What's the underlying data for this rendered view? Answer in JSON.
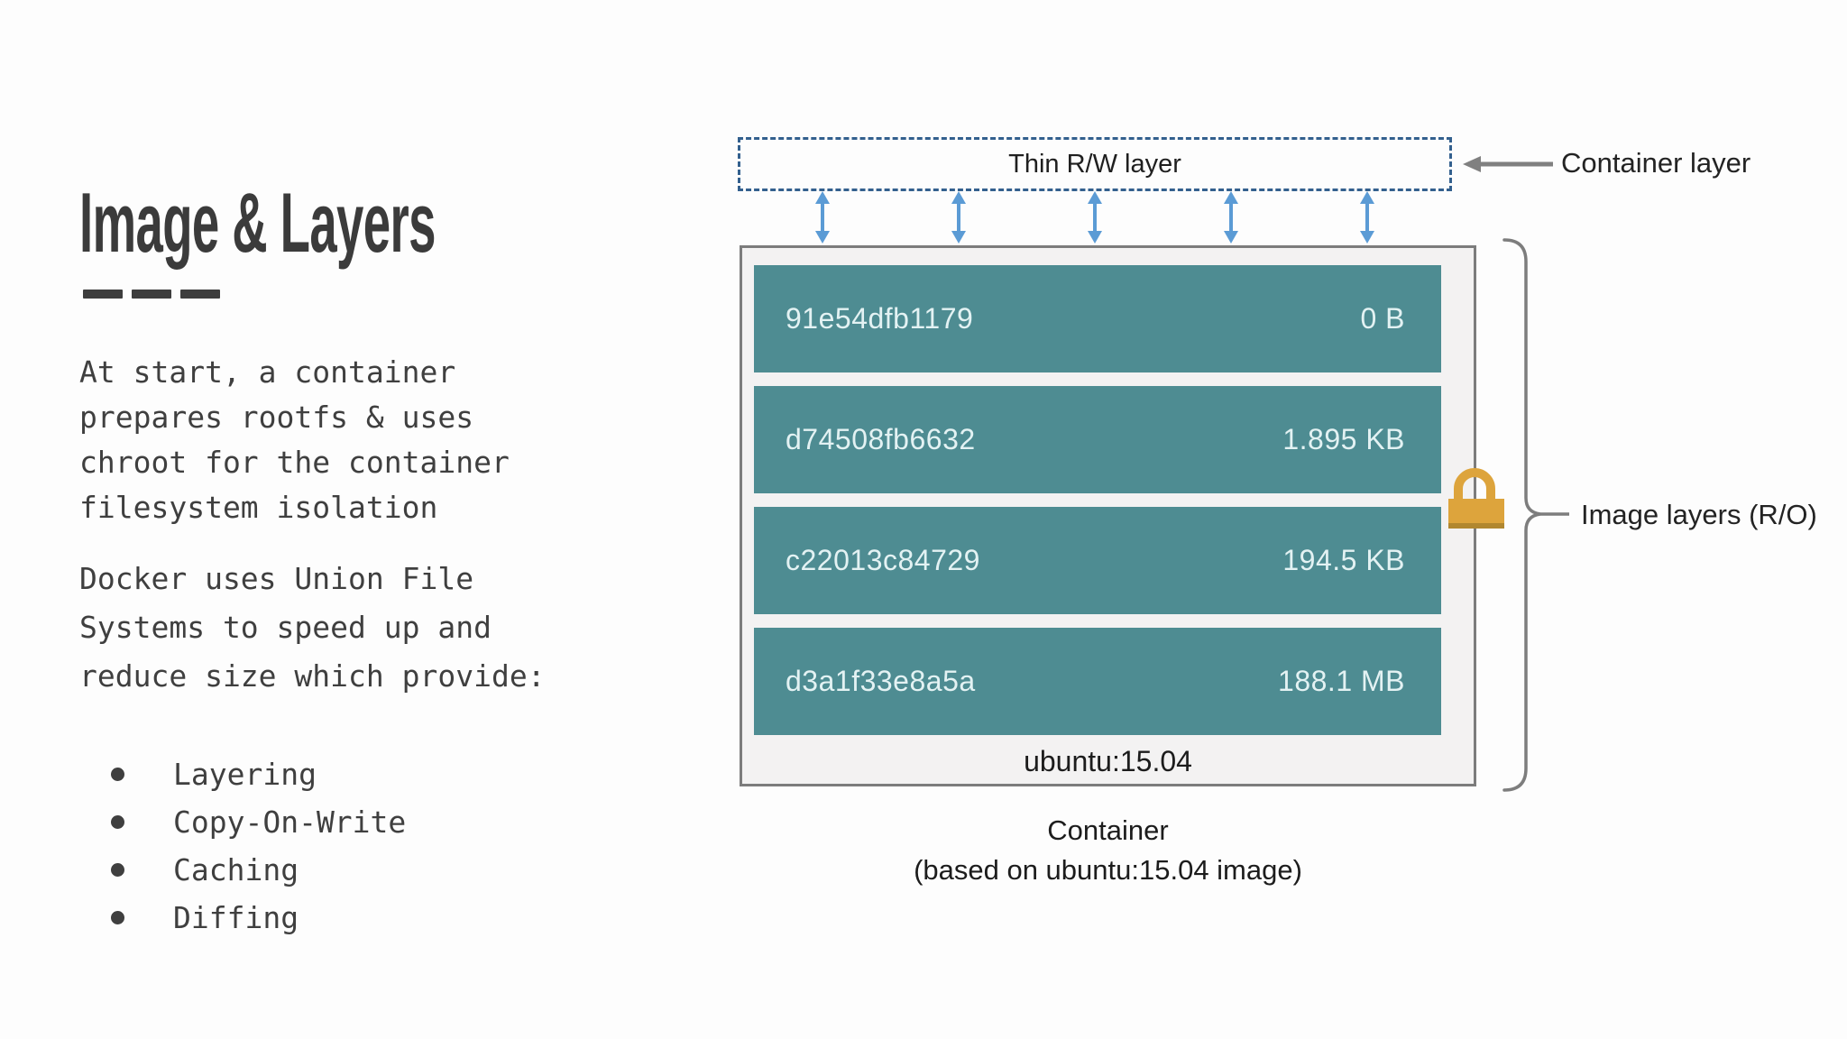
{
  "slide": {
    "title": "Image & Layers",
    "paragraph1_lines": [
      "At start, a container",
      "prepares rootfs & uses",
      "chroot for the container",
      "filesystem isolation"
    ],
    "paragraph2_lines": [
      "Docker uses Union File",
      "Systems to speed up and",
      "reduce size which provide:"
    ],
    "bullets": [
      "Layering",
      "Copy-On-Write",
      "Caching",
      "Diffing"
    ]
  },
  "diagram": {
    "thin_layer_label": "Thin R/W layer",
    "container_layer_label": "Container layer",
    "image_layers_label": "Image layers (R/O)",
    "layers": [
      {
        "id": "91e54dfb1179",
        "size": "0 B"
      },
      {
        "id": "d74508fb6632",
        "size": "1.895 KB"
      },
      {
        "id": "c22013c84729",
        "size": "194.5 KB"
      },
      {
        "id": "d3a1f33e8a5a",
        "size": "188.1 MB"
      }
    ],
    "base_image_label": "ubuntu:15.04",
    "caption_line1": "Container",
    "caption_line2": "(based on ubuntu:15.04 image)",
    "colors": {
      "layer_teal": "#4e8c92",
      "layer_text": "#e3f2f3",
      "container_fill": "#f3f2f2",
      "container_border": "#7c7c7c",
      "dashed_border_blue": "#33608e",
      "arrow_blue": "#5b9bd5",
      "connector_gray": "#808080",
      "lock_gold": "#dda43c",
      "lock_gold_dark": "#b1872f",
      "text_dark": "#3f3f3f"
    }
  }
}
